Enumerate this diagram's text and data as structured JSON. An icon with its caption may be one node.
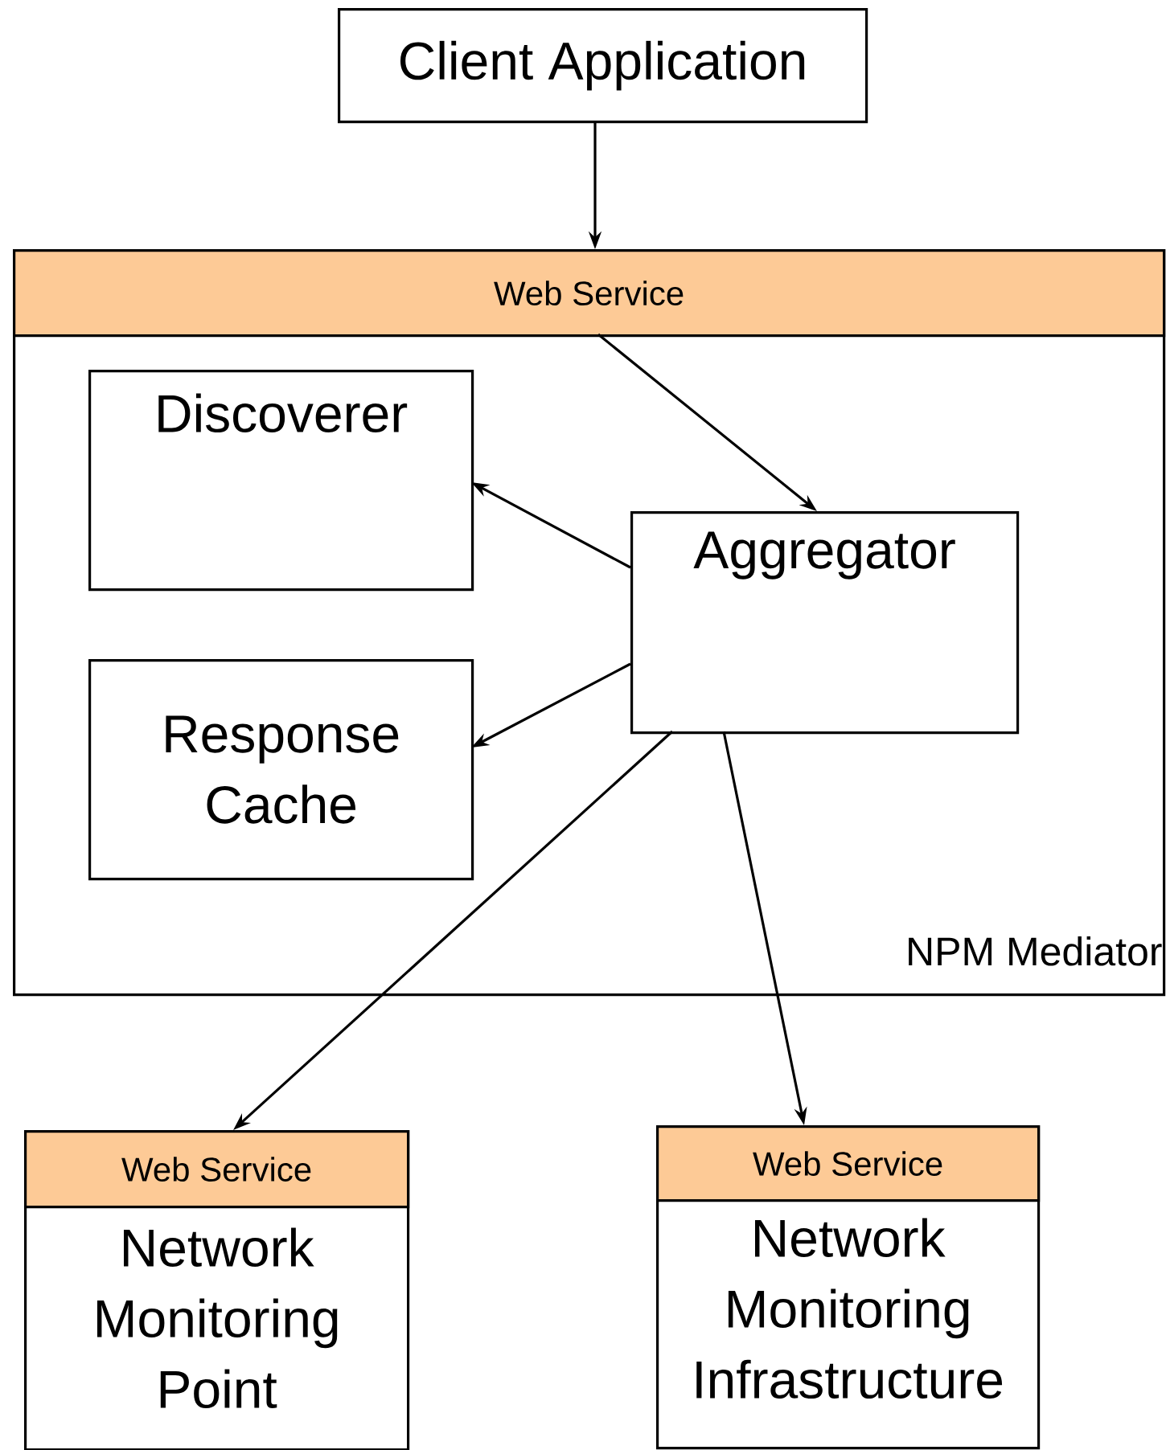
{
  "diagram": {
    "nodes": [
      {
        "text": [
          "Client Application"
        ]
      },
      {
        "text": [
          "NPM Mediator"
        ]
      },
      {
        "text": [
          "Web Service"
        ],
        "in": 1
      },
      {
        "text": [
          "Discoverer"
        ],
        "in": 1
      },
      {
        "text": [
          "Aggregator"
        ],
        "in": 1
      },
      {
        "text": [
          "Response Cache"
        ],
        "in": 1
      },
      {
        "text": [
          "Network Monitoring Point"
        ]
      },
      {
        "text": [
          "Web Service"
        ],
        "in": 6
      },
      {
        "text": [
          "Network Monitoring Infrastructure"
        ]
      },
      {
        "text": [
          "Web Service"
        ],
        "in": 8
      }
    ],
    "edges": [
      {
        "from": 0,
        "to": 2,
        "arrow": "to"
      },
      {
        "from": 2,
        "to": 4,
        "arrow": "to"
      },
      {
        "from": 4,
        "to": 3,
        "arrow": "to"
      },
      {
        "from": 4,
        "to": 5,
        "arrow": "to"
      },
      {
        "from": 4,
        "to": 7,
        "arrow": "to"
      },
      {
        "from": 4,
        "to": 9,
        "arrow": "to"
      }
    ]
  }
}
